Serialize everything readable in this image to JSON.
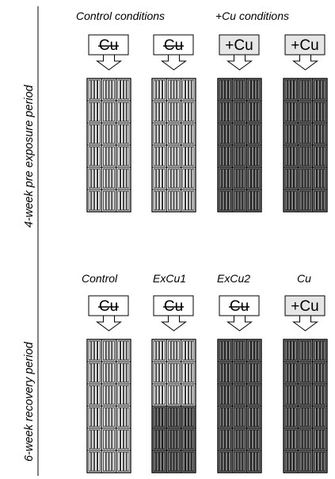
{
  "sections": [
    {
      "period_label": "4-week pre exposure period",
      "group_labels": [
        "Control conditions",
        "+Cu conditions"
      ],
      "columns": [
        {
          "medium": "Cu",
          "crossed_out": true,
          "row_fill": [
            "light",
            "light",
            "light",
            "light",
            "light",
            "light"
          ]
        },
        {
          "medium": "Cu",
          "crossed_out": true,
          "row_fill": [
            "light",
            "light",
            "light",
            "light",
            "light",
            "light"
          ]
        },
        {
          "medium": "+Cu",
          "crossed_out": false,
          "row_fill": [
            "dark",
            "dark",
            "dark",
            "dark",
            "dark",
            "dark"
          ]
        },
        {
          "medium": "+Cu",
          "crossed_out": false,
          "row_fill": [
            "dark",
            "dark",
            "dark",
            "dark",
            "dark",
            "dark"
          ]
        }
      ]
    },
    {
      "period_label": "6-week recovery period",
      "column_labels": [
        "Control",
        "ExCu1",
        "ExCu2",
        "Cu"
      ],
      "columns": [
        {
          "medium": "Cu",
          "crossed_out": true,
          "row_fill": [
            "light",
            "light",
            "light",
            "light",
            "light",
            "light"
          ]
        },
        {
          "medium": "Cu",
          "crossed_out": true,
          "row_fill": [
            "light",
            "light",
            "light",
            "dark",
            "dark",
            "dark"
          ]
        },
        {
          "medium": "Cu",
          "crossed_out": true,
          "row_fill": [
            "dark",
            "dark",
            "dark",
            "dark",
            "dark",
            "dark"
          ]
        },
        {
          "medium": "+Cu",
          "crossed_out": false,
          "row_fill": [
            "dark",
            "dark",
            "dark",
            "dark",
            "dark",
            "dark"
          ]
        }
      ]
    }
  ],
  "colors": {
    "light": "#ffffff",
    "dark": "#8c8c8c",
    "box_added": "#e6e6e6",
    "box_plain": "#ffffff"
  }
}
